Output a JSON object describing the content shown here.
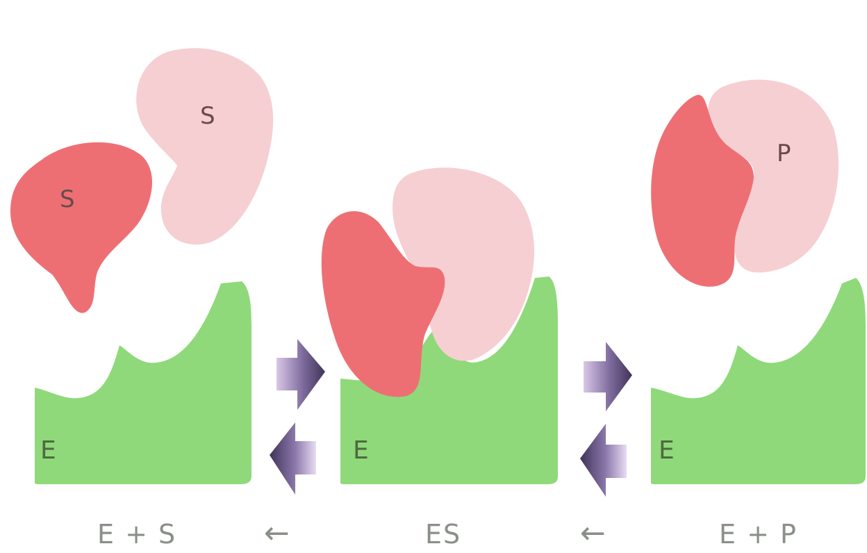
{
  "colors": {
    "enzyme": "#8fd97a",
    "substrate_dark": "#ee6f73",
    "substrate_light": "#f6cfd3",
    "arrow_dark": "#4e3f6c",
    "arrow_light": "#d9c7e8",
    "caption": "#8a8f88"
  },
  "left_panel": {
    "substrate_a_label": "S",
    "substrate_b_label": "S",
    "enzyme_label": "E",
    "caption": "E + S"
  },
  "middle_panel": {
    "enzyme_label": "E",
    "caption": "ES"
  },
  "right_panel": {
    "product_label": "P",
    "enzyme_label": "E",
    "caption": "E + P"
  },
  "arrows": {
    "reverse_arrow_1": "←",
    "reverse_arrow_2": "←"
  }
}
